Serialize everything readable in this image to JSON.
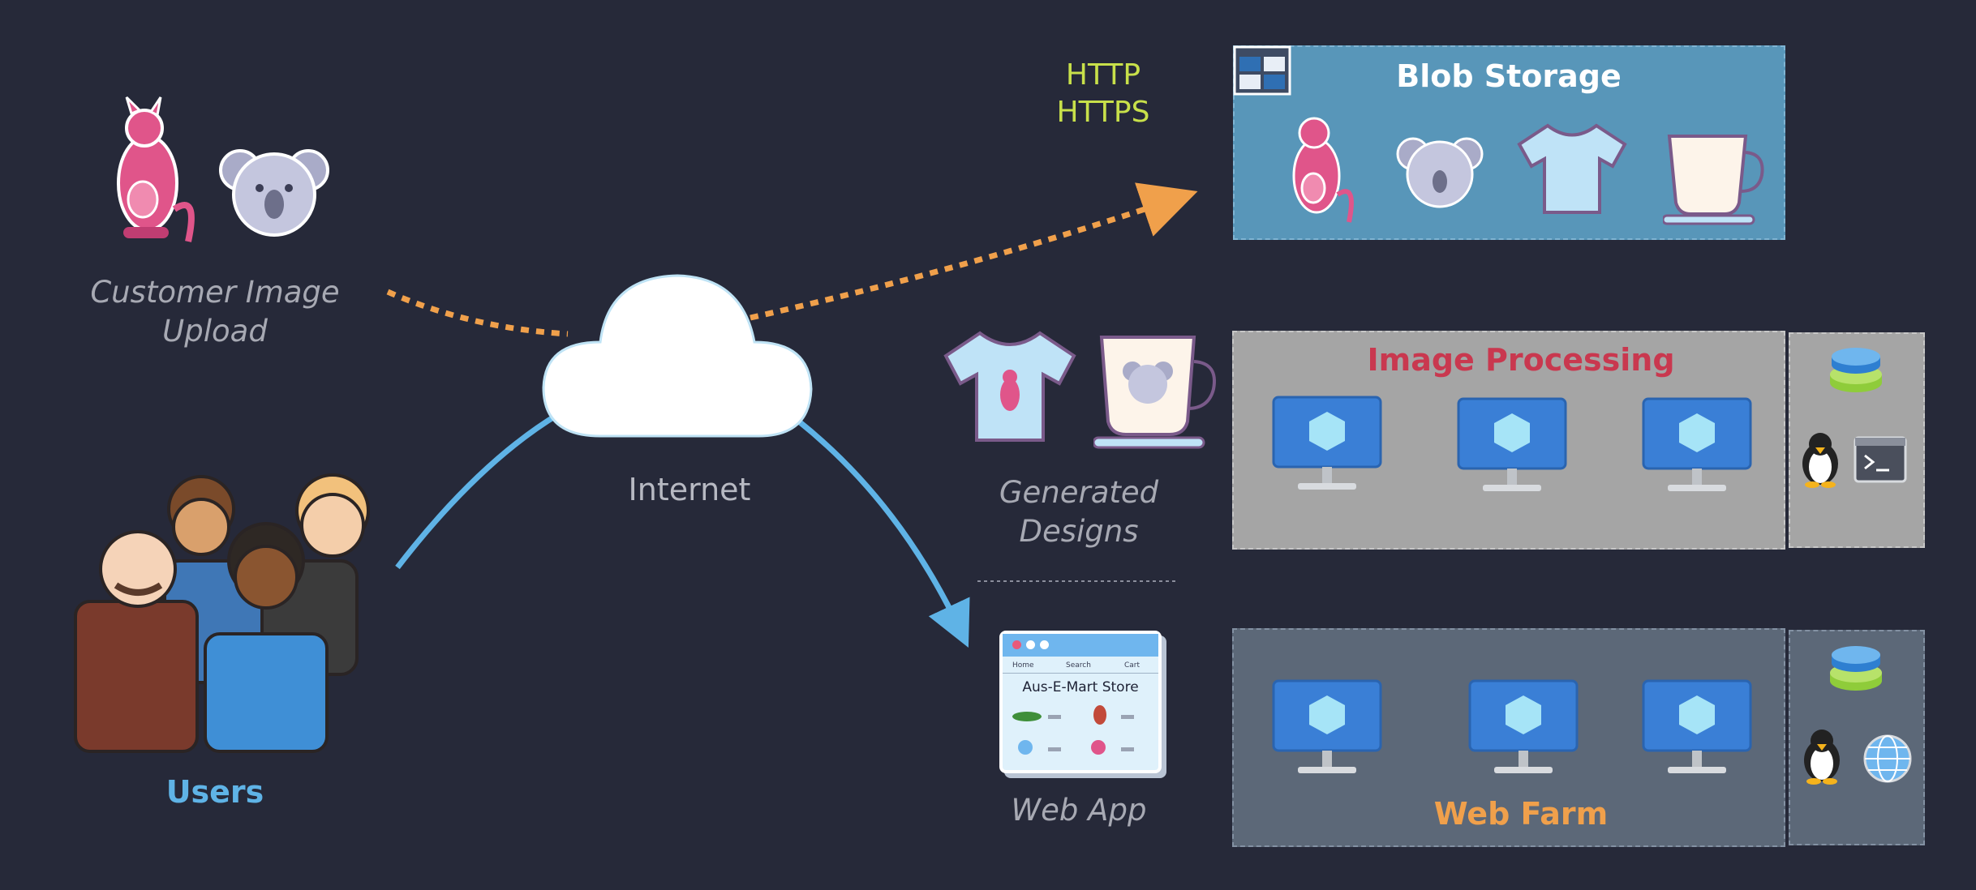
{
  "left": {
    "upload_label_line1": "Customer Image",
    "upload_label_line2": "Upload",
    "users_label": "Users"
  },
  "center": {
    "internet_label": "Internet",
    "protocol_line1": "HTTP",
    "protocol_line2": "HTTPS"
  },
  "right": {
    "blob_storage_title": "Blob Storage",
    "generated_designs_line1": "Generated",
    "generated_designs_line2": "Designs",
    "image_processing_title": "Image Processing",
    "web_app_label": "Web App",
    "web_farm_title": "Web Farm",
    "store_window": {
      "title": "Aus-E-Mart Store",
      "nav": [
        "Home",
        "Search",
        "Cart"
      ]
    }
  },
  "colors": {
    "background": "#262939",
    "upload_arrow": "#f0a04b",
    "user_arrow": "#5fb3e6",
    "protocol_text": "#c8e04a",
    "users_label": "#5fb3e6",
    "blob_panel": "#5896b9",
    "image_processing_panel": "#a5a5a5",
    "image_processing_title": "#c9384f",
    "web_farm_panel": "#5c6878",
    "web_farm_title": "#f0a04b"
  },
  "icons": [
    "kangaroo-icon",
    "koala-icon",
    "tshirt-icon",
    "teacup-icon",
    "cloud-icon",
    "vm-monitor-icon",
    "disk-icon",
    "linux-penguin-icon",
    "terminal-icon",
    "www-globe-icon",
    "storage-window-icon",
    "users-group-icon",
    "browser-window-icon"
  ]
}
